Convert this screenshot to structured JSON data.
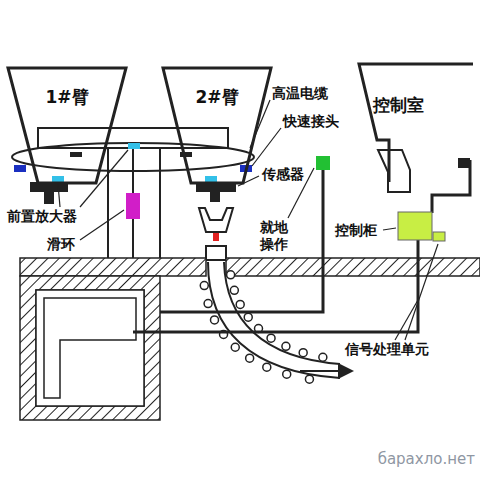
{
  "diagram": {
    "nodes": [
      {
        "text": [
          "1#臂"
        ]
      },
      {
        "text": [
          "2#臂"
        ]
      },
      {
        "text": [
          "控制室"
        ]
      }
    ],
    "labels": [
      "高温电缆",
      "快速接头",
      "传感器",
      "前置放大器",
      "就地操作",
      "控制柜",
      "滑环",
      "信号处理单元",
      "барахло.нет"
    ]
  }
}
